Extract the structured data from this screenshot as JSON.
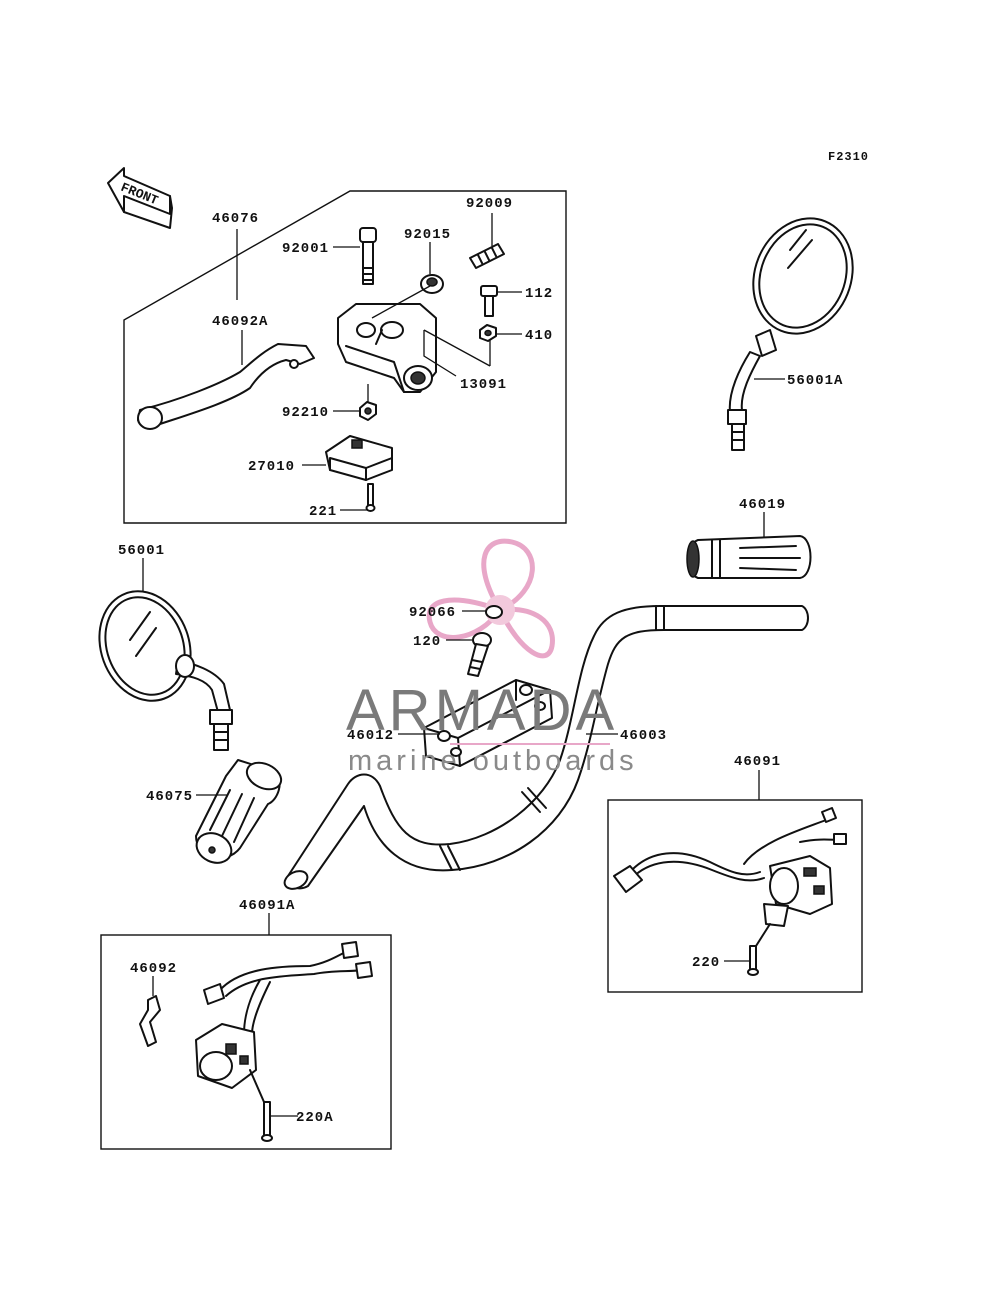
{
  "figure": {
    "code": "F2310",
    "front_label": "FRONT",
    "watermark": {
      "brand": "ARMADA",
      "tagline": "marine outboards",
      "accent": "#e8a7c8"
    },
    "callouts": {
      "c46076": "46076",
      "c92001": "92001",
      "c92015": "92015",
      "c92009": "92009",
      "c112": "112",
      "c410": "410",
      "c46092A": "46092A",
      "c13091": "13091",
      "c92210": "92210",
      "c27010": "27010",
      "c221": "221",
      "c56001A": "56001A",
      "c46019": "46019",
      "c56001": "56001",
      "c92066": "92066",
      "c120": "120",
      "c46012": "46012",
      "c46003": "46003",
      "c46075": "46075",
      "c46091": "46091",
      "c220": "220",
      "c46091A": "46091A",
      "c46092": "46092",
      "c220A": "220A"
    }
  }
}
